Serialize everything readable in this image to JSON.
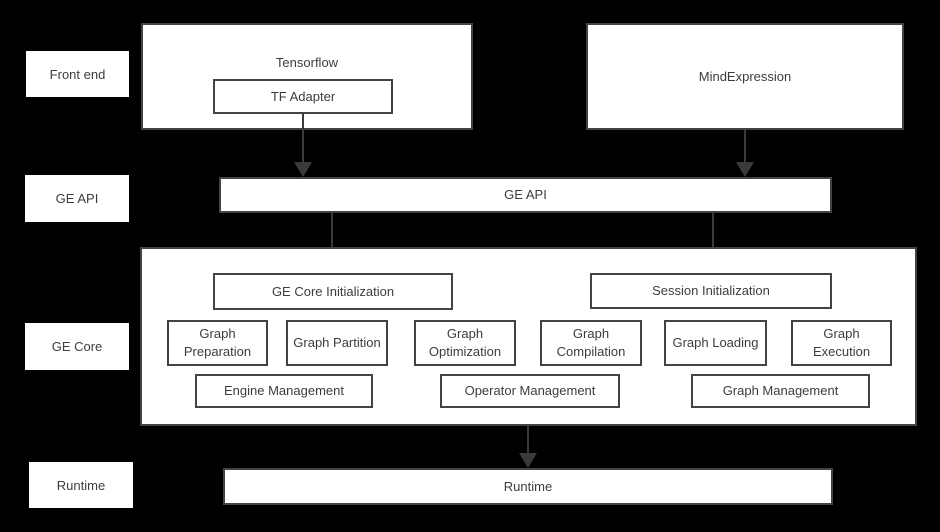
{
  "diagram": {
    "colors": {
      "background": "#000000",
      "box_fill": "#ffffff",
      "box_border": "#434343",
      "text": "#3d3d3d",
      "arrow": "#3a3a3a"
    },
    "side_labels": {
      "front_end": "Front end",
      "ge_api": "GE API",
      "ge_core": "GE Core",
      "runtime": "Runtime"
    },
    "front_end": {
      "tensorflow_label": "Tensorflow",
      "tf_adapter_label": "TF Adapter",
      "mindexpression_label": "MindExpression"
    },
    "ge_api_bar_label": "GE API",
    "ge_core": {
      "core_init_label": "GE Core Initialization",
      "session_init_label": "Session Initialization",
      "stage_boxes": [
        "Graph Preparation",
        "Graph Partition",
        "Graph Optimization",
        "Graph Compilation",
        "Graph Loading",
        "Graph Execution"
      ],
      "mgmt_boxes": [
        "Engine Management",
        "Operator Management",
        "Graph Management"
      ]
    },
    "runtime_bar_label": "Runtime"
  }
}
